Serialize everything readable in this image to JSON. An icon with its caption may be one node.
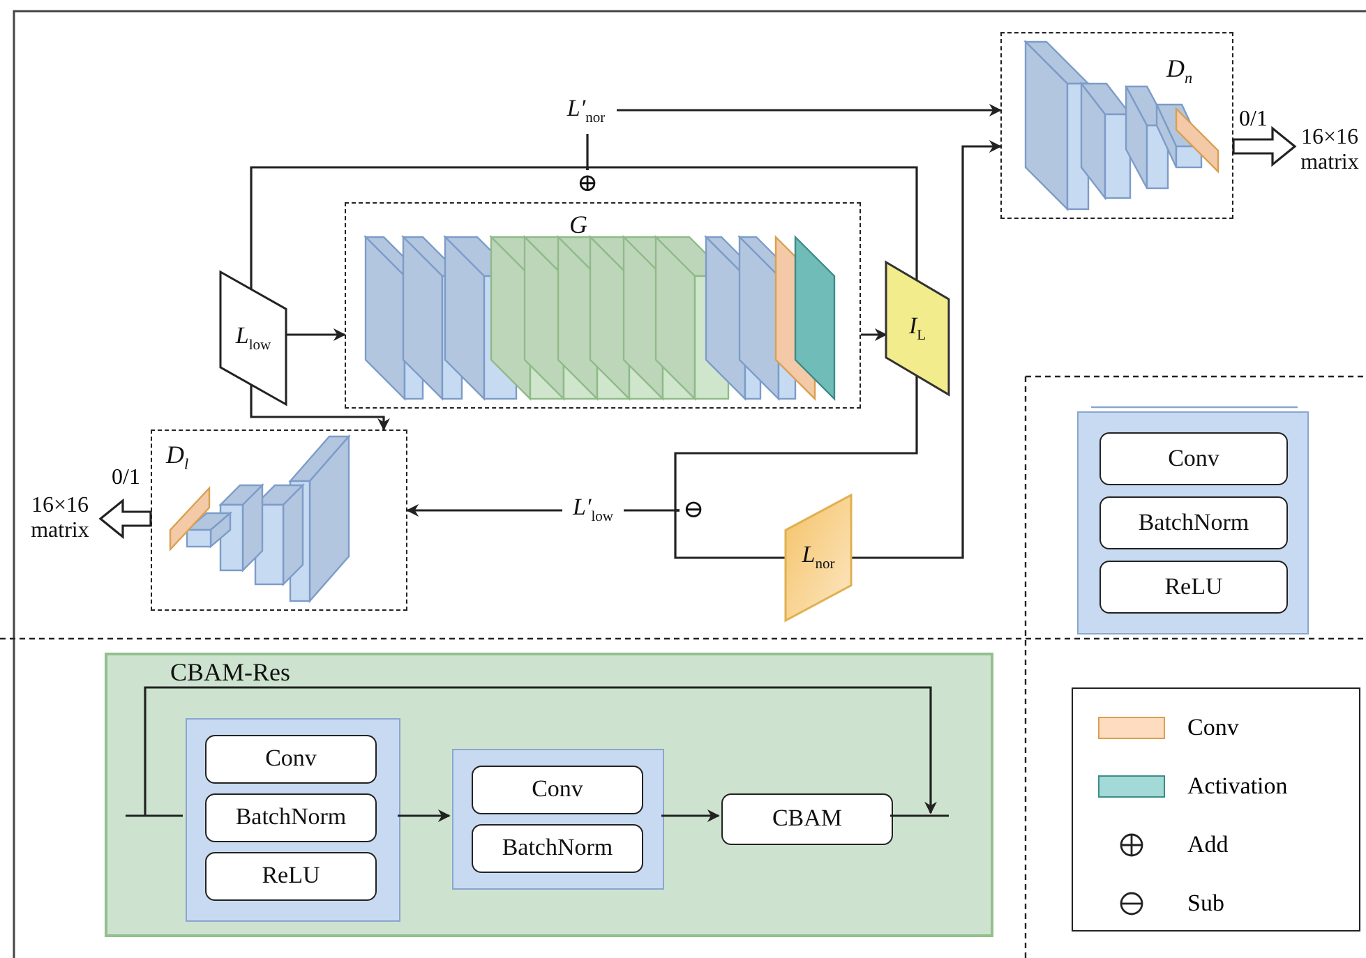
{
  "diagram": {
    "nodes": [
      {
        "text": [
          "*L*$_{low}$"
        ]
      },
      {
        "text": [
          "G"
        ]
      },
      {
        "text": [
          "I$_{L}$"
        ]
      },
      {
        "text": [
          "D$_{n}$"
        ]
      },
      {
        "text": [
          "16×16 matrix"
        ]
      },
      {
        "text": [
          "D$_{l}$"
        ]
      },
      {
        "text": [
          "16×16 matrix"
        ]
      },
      {
        "text": [
          "*L′*$_{nor}$"
        ]
      },
      {
        "text": [
          "⊕"
        ]
      },
      {
        "text": [
          "⊖"
        ]
      },
      {
        "text": [
          "*L′*$_{low}$"
        ]
      },
      {
        "text": [
          "*L*$_{nor}$"
        ]
      },
      {
        "text": [],
        "shape": "box"
      },
      {
        "text": [
          "Conv"
        ],
        "in": 12
      },
      {
        "text": [
          "BatchNorm"
        ],
        "in": 12
      },
      {
        "text": [
          "ReLU"
        ],
        "in": 12
      },
      {
        "text": [
          "CBAM-Res"
        ]
      },
      {
        "text": [],
        "shape": "box",
        "in": 16
      },
      {
        "text": [
          "Conv"
        ],
        "in": 17
      },
      {
        "text": [
          "BatchNorm"
        ],
        "in": 17
      },
      {
        "text": [
          "ReLU"
        ],
        "in": 17
      },
      {
        "text": [],
        "shape": "box",
        "in": 16
      },
      {
        "text": [
          "Conv"
        ],
        "in": 21
      },
      {
        "text": [
          "BatchNorm"
        ],
        "in": 21
      },
      {
        "text": [
          "CBAM"
        ],
        "in": 16
      }
    ],
    "edges": [
      {
        "from": 0,
        "to": 1,
        "arrow": "to"
      },
      {
        "from": 0,
        "to": 8,
        "arrow": "none"
      },
      {
        "from": 2,
        "to": 8,
        "arrow": "none"
      },
      {
        "from": 8,
        "to": 7,
        "arrow": "none"
      },
      {
        "from": 7,
        "to": 3,
        "arrow": "to"
      },
      {
        "from": 11,
        "to": 3,
        "arrow": "to"
      },
      {
        "from": 1,
        "to": 2,
        "arrow": "to"
      },
      {
        "from": 0,
        "to": 5,
        "arrow": "to"
      },
      {
        "from": 2,
        "to": 9,
        "arrow": "none"
      },
      {
        "from": 9,
        "to": 11,
        "arrow": "none"
      },
      {
        "from": 9,
        "to": 10,
        "arrow": "none"
      },
      {
        "from": 10,
        "to": 5,
        "arrow": "to"
      },
      {
        "from": 3,
        "to": 4,
        "arrow": "to",
        "style": "thick",
        "label": "0/1"
      },
      {
        "from": 5,
        "to": 6,
        "arrow": "to",
        "style": "thick",
        "label": "0/1"
      },
      {
        "from": null,
        "to": 17,
        "arrow": "none"
      },
      {
        "from": 17,
        "to": 21,
        "arrow": "to"
      },
      {
        "from": 21,
        "to": 24,
        "arrow": "to"
      },
      {
        "from": 24,
        "to": null,
        "arrow": "none"
      }
    ],
    "legend": [
      {
        "text": "Conv",
        "color": "#fddcc0"
      },
      {
        "text": "Activation",
        "color": "#a3d9d6"
      },
      {
        "text": "Add"
      },
      {
        "text": "Sub"
      }
    ]
  }
}
